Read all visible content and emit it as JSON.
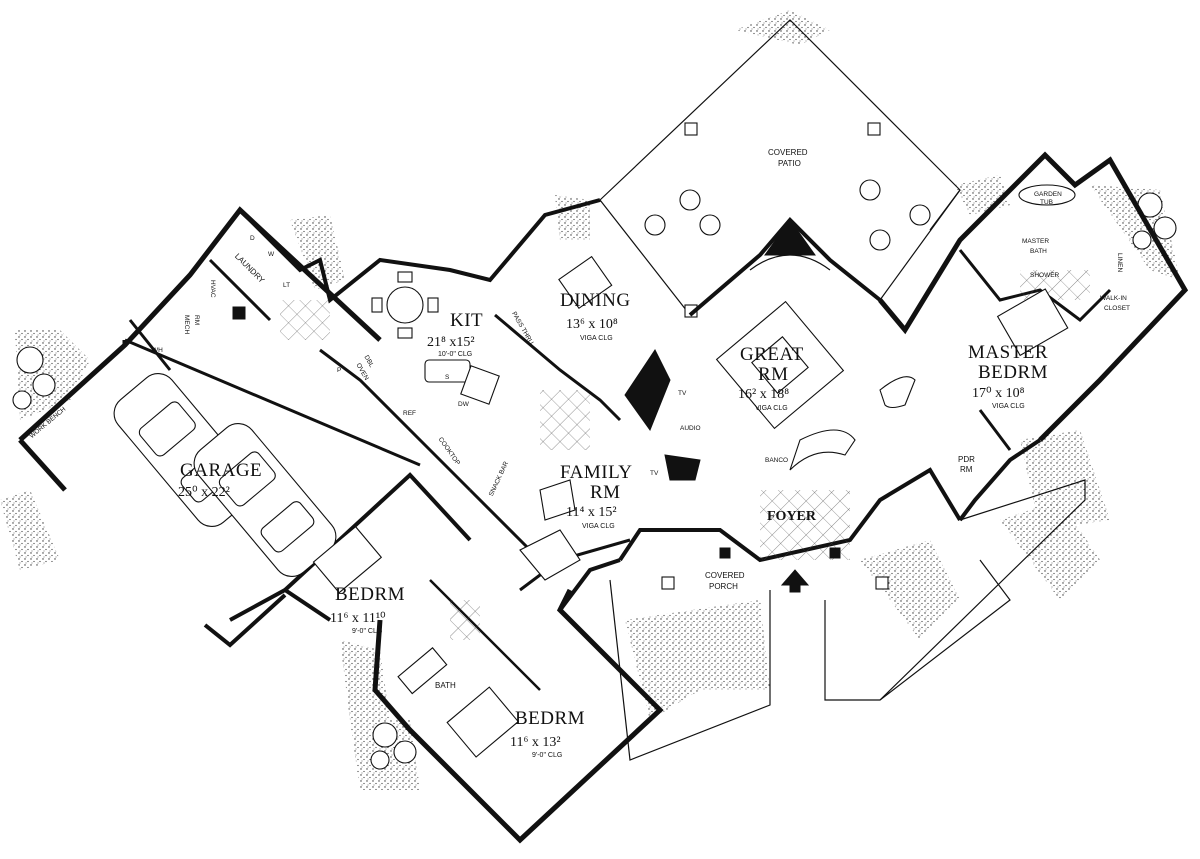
{
  "plan": {
    "rooms": {
      "garage": {
        "name": "GARAGE",
        "dim": "25⁰ x 22²"
      },
      "kit": {
        "name": "KIT",
        "dim": "21⁸ x15²",
        "clg": "10'-0\" CLG"
      },
      "dining": {
        "name": "DINING",
        "dim": "13⁶ x 10⁸",
        "clg": "VIGA CLG"
      },
      "great_rm": {
        "name1": "GREAT",
        "name2": "RM",
        "dim": "16² x 18⁸",
        "clg": "VIGA CLG"
      },
      "master_bedrm": {
        "name1": "MASTER",
        "name2": "BEDRM",
        "dim": "17⁰ x 10⁸",
        "clg": "VIGA CLG"
      },
      "family_rm": {
        "name1": "FAMILY",
        "name2": "RM",
        "dim": "11⁴ x 15²",
        "clg": "VIGA CLG"
      },
      "bedrm_1": {
        "name": "BEDRM",
        "dim": "11⁶ x 11¹⁰",
        "clg": "9'-0\" CLG"
      },
      "bedrm_2": {
        "name": "BEDRM",
        "dim": "11⁶ x 13²",
        "clg": "9'-0\" CLG"
      },
      "foyer": {
        "name": "FOYER"
      }
    },
    "labels": {
      "covered_patio": [
        "COVERED",
        "PATIO"
      ],
      "covered_porch": [
        "COVERED",
        "PORCH"
      ],
      "laundry": "LAUNDRY",
      "mech_rm": [
        "MECH",
        "RM"
      ],
      "hvac": "HVAC",
      "wh": "WH",
      "work_bench": "WORK BENCH",
      "pass_thru": "PASS THRU",
      "snack_bar": "SNACK BAR",
      "dbl_oven": [
        "DBL",
        "OVEN"
      ],
      "ref": "REF",
      "cooktop": "COOKTOP",
      "dw": "DW",
      "p": "P",
      "s": "S",
      "tv1": "TV",
      "tv2": "TV",
      "audio": "AUDIO",
      "banco": "BANCO",
      "master_bath": [
        "MASTER",
        "BATH"
      ],
      "garden_tub": [
        "GARDEN",
        "TUB"
      ],
      "shower": "SHOWER",
      "linen": "LINEN",
      "walk_in_closet": [
        "WALK-IN",
        "CLOSET"
      ],
      "pdr_rm": [
        "PDR",
        "RM"
      ],
      "bath": "BATH",
      "d": "D",
      "w": "W",
      "lt": "LT"
    }
  }
}
